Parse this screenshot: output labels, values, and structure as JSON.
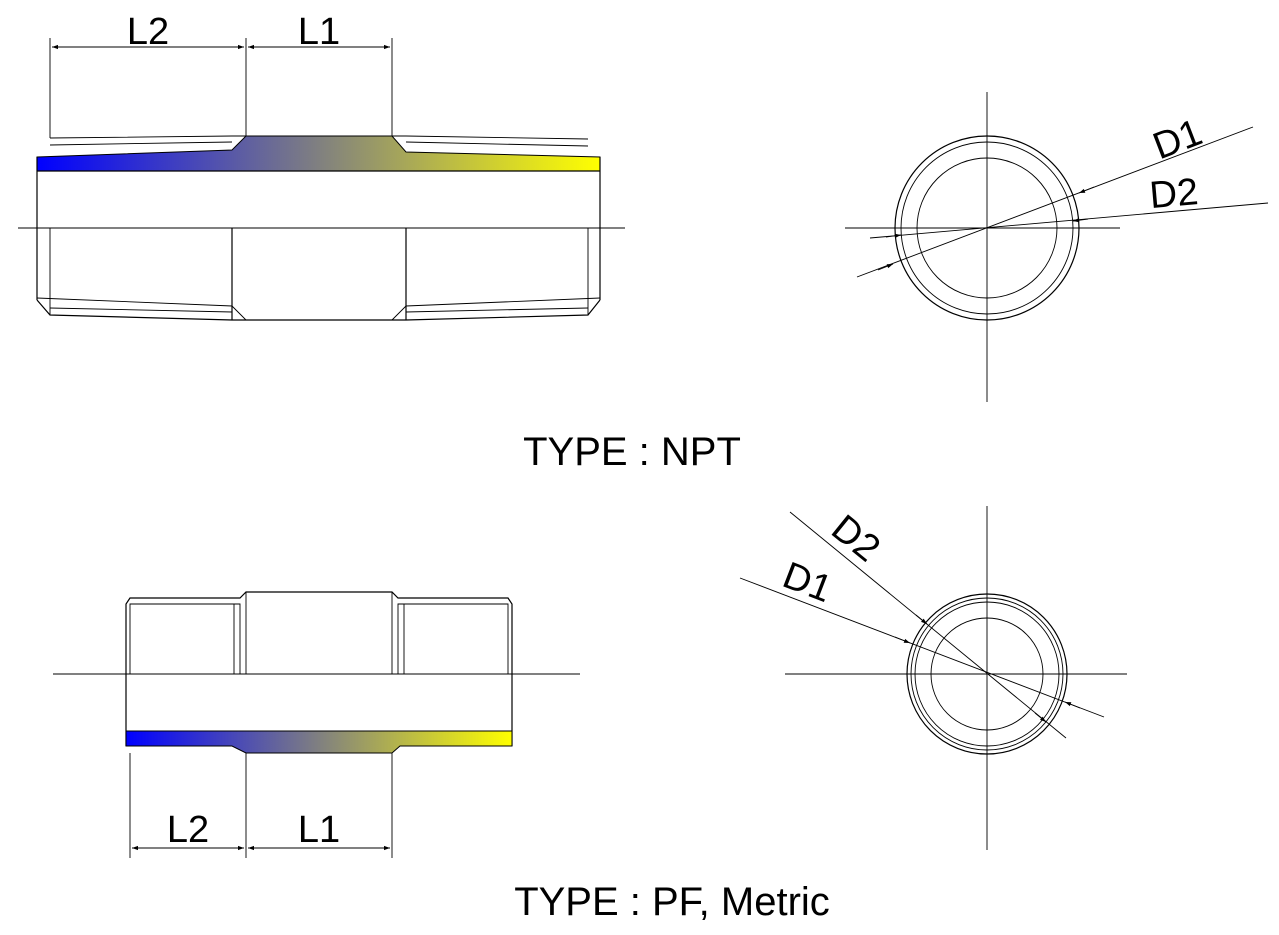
{
  "drawing": {
    "npt": {
      "caption": "TYPE : NPT",
      "dim_l1": "L1",
      "dim_l2": "L2",
      "dim_d1": "D1",
      "dim_d2": "D2"
    },
    "pf": {
      "caption": "TYPE : PF, Metric",
      "dim_l1": "L1",
      "dim_l2": "L2",
      "dim_d1": "D1",
      "dim_d2": "D2"
    },
    "gradient_colors": [
      "#0000ff",
      "#808080",
      "#ffff00"
    ]
  }
}
